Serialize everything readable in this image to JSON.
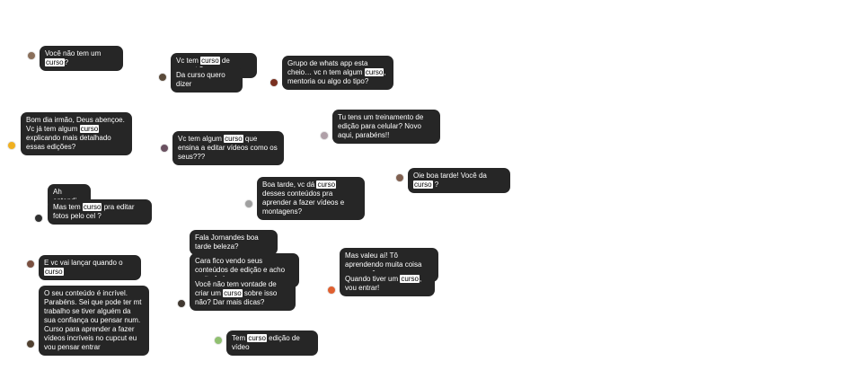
{
  "highlight_word": "curso",
  "messages": [
    {
      "a": "Você não tem um ",
      "b": "?"
    },
    {
      "a": "Vc tem ",
      "b": " de capcut ?"
    },
    {
      "a": "Da curso quero dizer"
    },
    {
      "a": "Grupo de whats app esta cheio… vc n tem algum ",
      "b": ", mentoria ou algo do tipo?"
    },
    {
      "a": "Bom dia irmão, Deus abençoe. Vc já tem algum ",
      "b": " explicando mais detalhado essas edições?"
    },
    {
      "a": "Vc tem algum ",
      "b": " que ensina a editar vídeos como os seus???"
    },
    {
      "a": "Tu tens um treinamento de edição para celular? Novo aqui, parabéns!!"
    },
    {
      "a": "Oie boa tarde! Você da ",
      "b": " ?"
    },
    {
      "a": "Boa tarde, vc dá ",
      "b": " desses conteúdos pra aprender a fazer vídeos e montagens?"
    },
    {
      "a": "Ah entendi"
    },
    {
      "a": "Mas tem ",
      "b": " pra editar fotos pelo cel ?"
    },
    {
      "a": "Fala Jornandes boa tarde beleza?"
    },
    {
      "a": "Cara fico vendo seus conteúdos de edição e acho muito foda"
    },
    {
      "a": "Você não tem vontade de criar um ",
      "b": " sobre isso não? Dar mais dicas?"
    },
    {
      "a": "Mas valeu aí! Tô aprendendo muita coisa com você"
    },
    {
      "a": "Quando tiver um ",
      "b": ", vou entrar!"
    },
    {
      "a": "E vc vai lançar quando o ",
      "b": ""
    },
    {
      "a": "O seu conteúdo é incrível. Parabéns. Sei que pode ter mt trabalho se tiver alguém da sua confiança ou pensar num. Curso para aprender a fazer vídeos incríveis no cupcut eu vou pensar entrar"
    },
    {
      "a": "Tem ",
      "b": " edição de vídeo"
    }
  ],
  "avatar_colors": [
    "#8a6f5a",
    "#5a4a3a",
    "#7a3020",
    "#c9a070",
    "#f0b020",
    "#6a5060",
    "#b0a0a8",
    "#806050",
    "#a0a0a0",
    "#303030",
    "#7a5040",
    "#403830",
    "#e06030",
    "#504030",
    "#90c070"
  ]
}
